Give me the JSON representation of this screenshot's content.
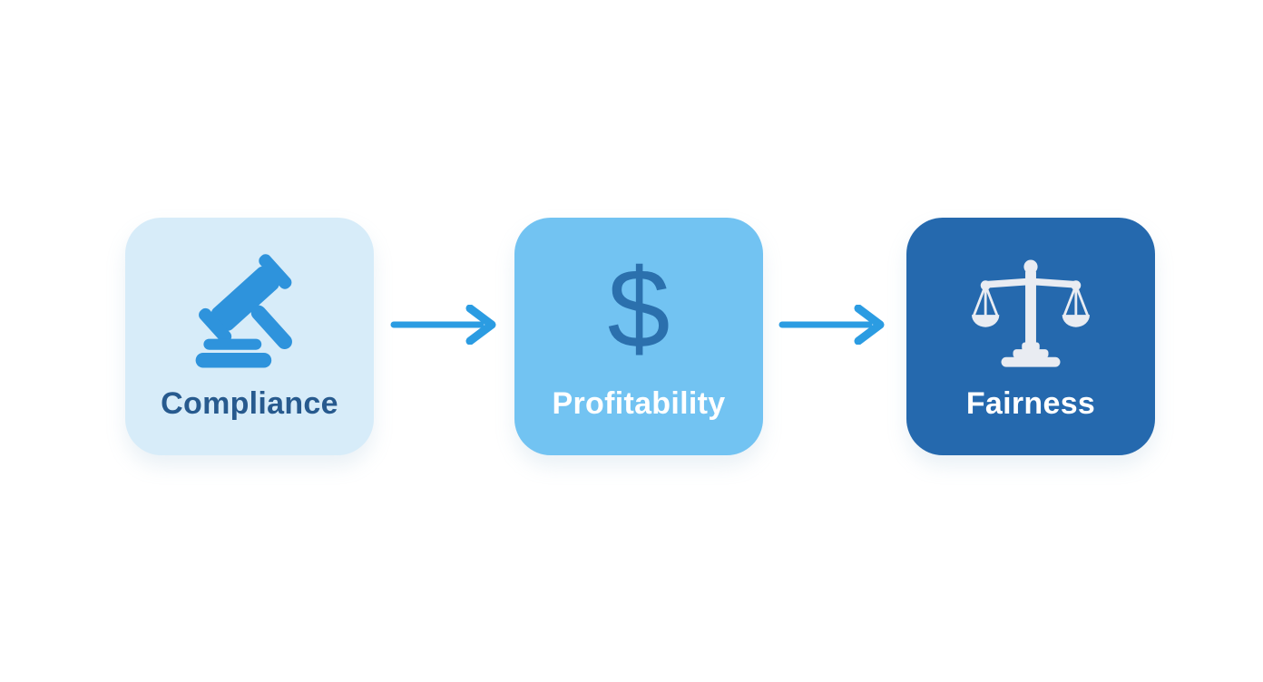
{
  "diagram": {
    "background_color": "#ffffff",
    "arrow_color": "#2b9ce2",
    "nodes": [
      {
        "label": "Compliance",
        "icon": "gavel-icon",
        "bg_color": "#d7ecf9",
        "label_color": "#275a8e",
        "icon_color": "#2e93dc"
      },
      {
        "label": "Profitability",
        "icon": "dollar-sign-icon",
        "icon_glyph": "$",
        "bg_color": "#72c3f2",
        "label_color": "#ffffff",
        "icon_color": "#2b70ad"
      },
      {
        "label": "Fairness",
        "icon": "scales-of-justice-icon",
        "bg_color": "#2569ae",
        "label_color": "#ffffff",
        "icon_color": "#e9ecf2"
      }
    ],
    "arrows": [
      {
        "direction": "right",
        "color": "#2b9ce2"
      },
      {
        "direction": "right",
        "color": "#2b9ce2"
      }
    ]
  }
}
